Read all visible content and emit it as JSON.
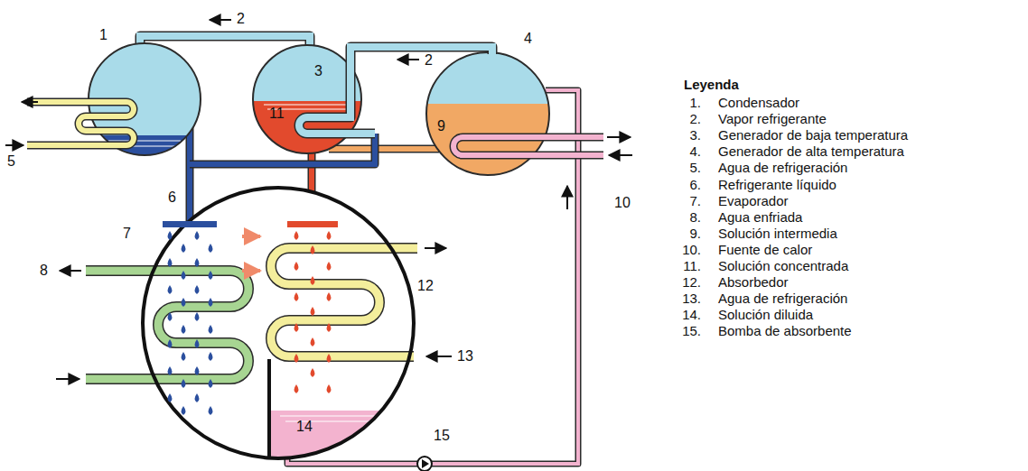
{
  "diagram": {
    "labels": [
      "1",
      "2",
      "2",
      "3",
      "4",
      "5",
      "11",
      "9",
      "10",
      "6",
      "7",
      "8",
      "12",
      "13",
      "14",
      "15",
      "Leyenda",
      "1.",
      "Condensador",
      "2.",
      "Vapor refrigerante",
      "3.",
      "Generador de baja temperatura",
      "4.",
      "Generador de alta temperatura",
      "5.",
      "Agua de refrigeración",
      "6.",
      "Refrigerante líquido",
      "7.",
      "Evaporador",
      "8.",
      "Agua enfriada",
      "9.",
      "Solución intermedia",
      "10.",
      "Fuente de calor",
      "11.",
      "Solución concentrada",
      "12.",
      "Absorbedor",
      "13.",
      "Agua de refrigeración",
      "14.",
      "Solución diluida",
      "15.",
      "Bomba de absorbente"
    ]
  }
}
